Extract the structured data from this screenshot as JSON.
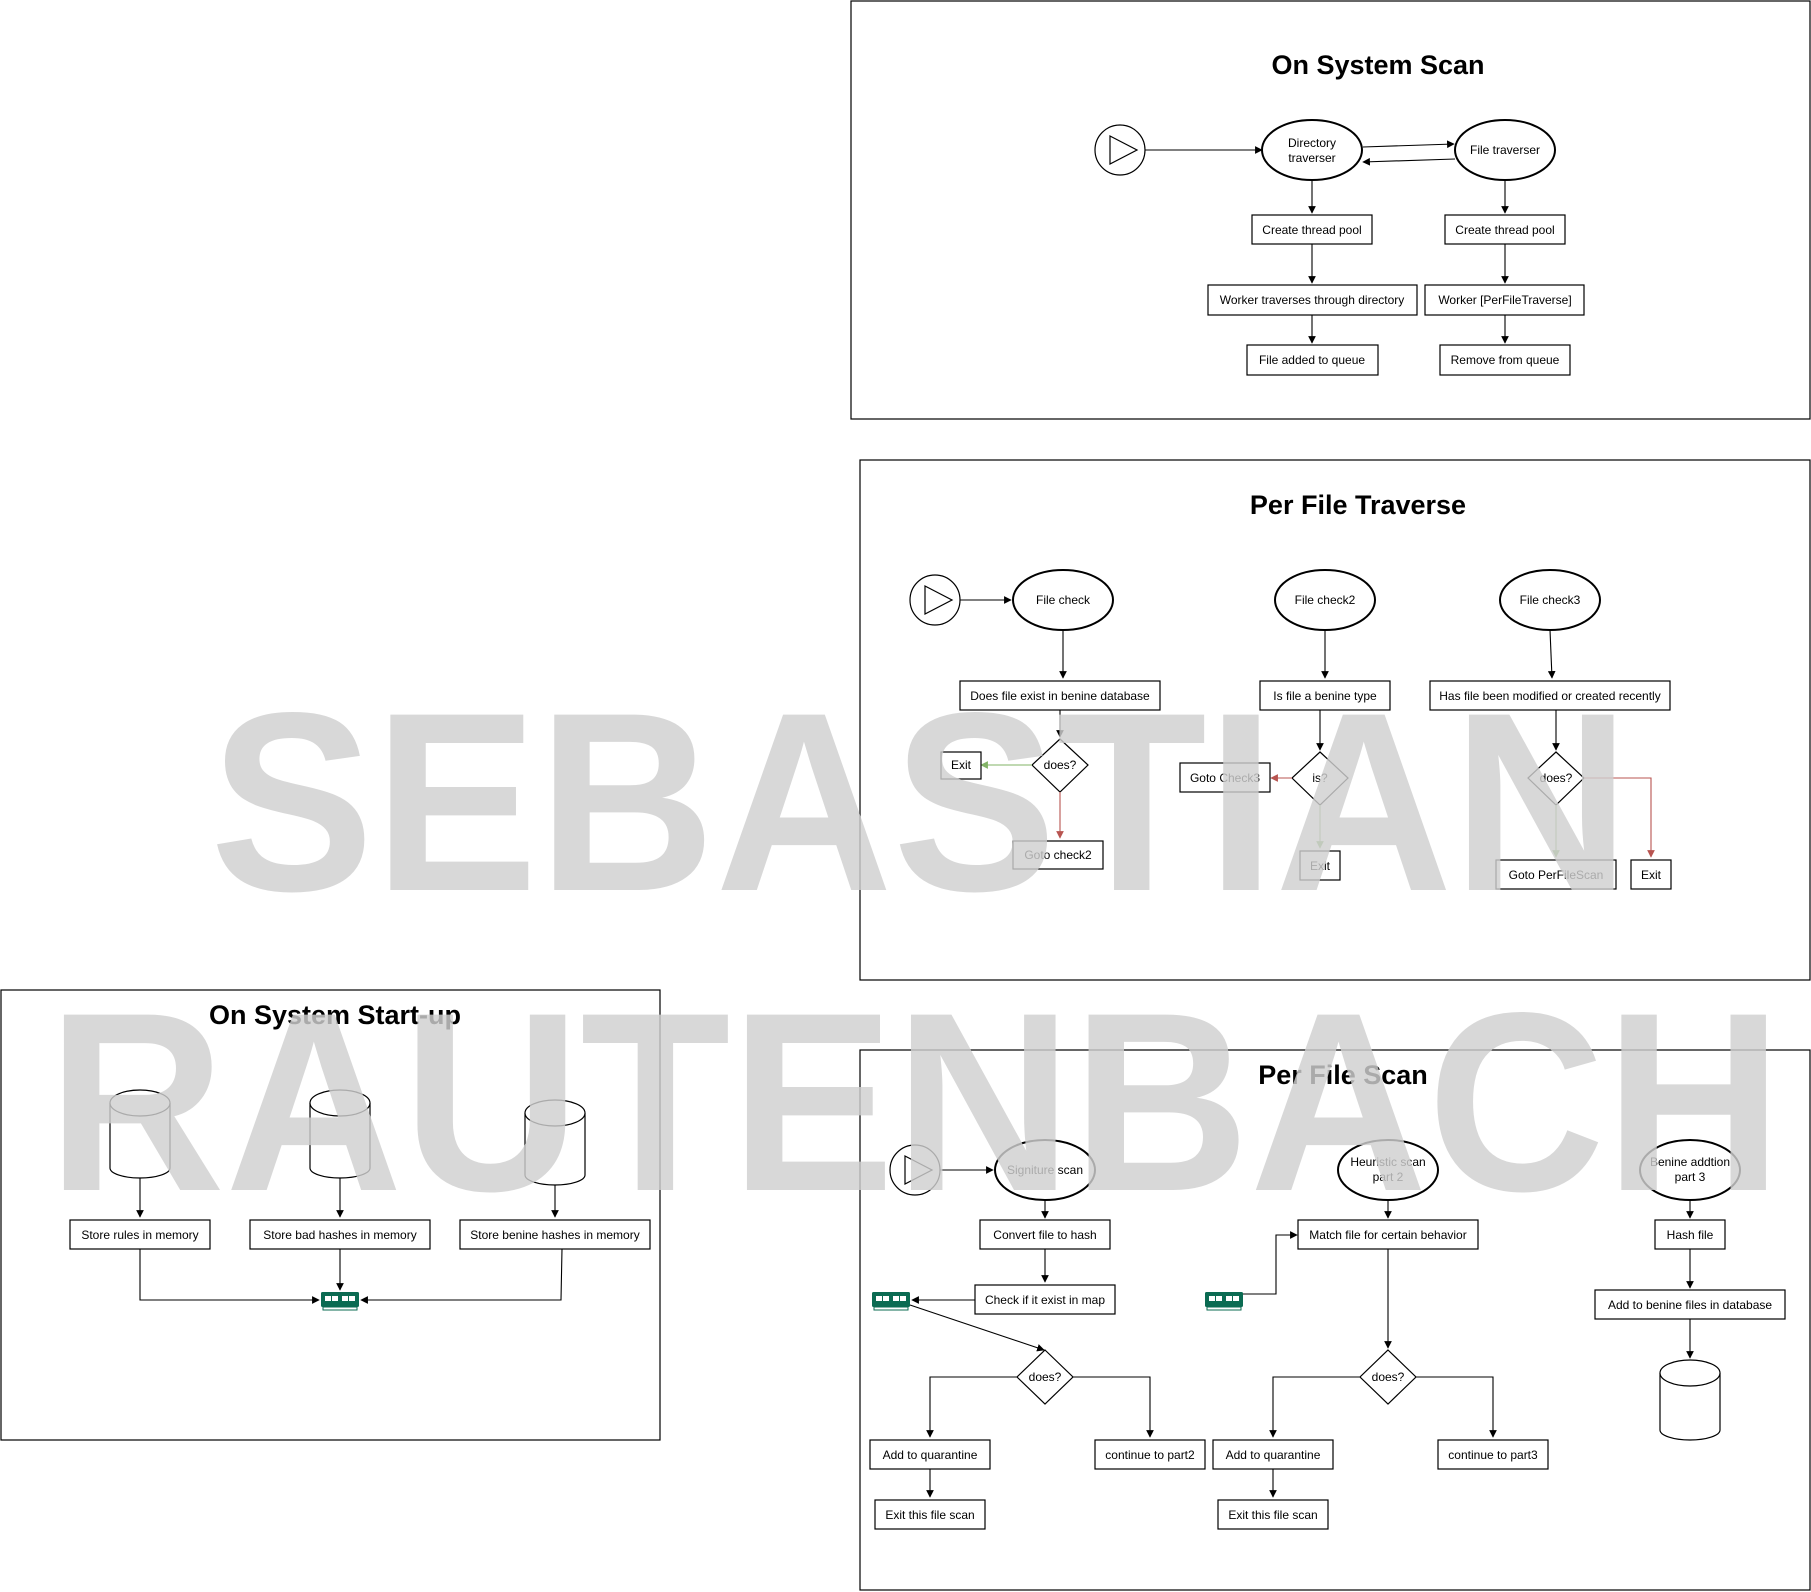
{
  "colors": {
    "yes_edge": "#82b366",
    "no_edge": "#b85450",
    "ram_icon": "#0b6b52",
    "watermark": "#d0d0d0"
  },
  "watermark": {
    "line1": "SEBASTIAN",
    "line2": "RAUTENBACH"
  },
  "system_scan": {
    "title": "On System Scan",
    "directory_traverser": "Directory traverser",
    "file_traverser": "File traverser",
    "create_pool_left": "Create thread pool",
    "create_pool_right": "Create thread pool",
    "worker_dir": "Worker traverses through directory",
    "worker_file": "Worker [PerFileTraverse]",
    "file_added": "File added to queue",
    "remove_queue": "Remove from queue"
  },
  "file_traverse": {
    "title": "Per File Traverse",
    "file_check": "File check",
    "file_check2": "File check2",
    "file_check3": "File check3",
    "exists_db": "Does file exist in benine database",
    "benine_type": "Is file a benine type",
    "modified_recent": "Has file been modified or created recently",
    "does1": "does?",
    "is2": "is?",
    "does3": "does?",
    "exit1": "Exit",
    "goto_check2": "Goto check2",
    "goto_check3": "Goto Check3",
    "exit2": "Exit",
    "goto_perfilescan": "Goto PerFileScan",
    "exit3": "Exit"
  },
  "startup": {
    "title": "On System Start-up",
    "store_rules": "Store rules in memory",
    "store_bad": "Store bad hashes in memory",
    "store_benine": "Store benine hashes in memory"
  },
  "file_scan": {
    "title": "Per File Scan",
    "signature_scan": "Signiture scan",
    "convert_hash": "Convert file to hash",
    "check_map": "Check if it exist in map",
    "does1": "does?",
    "quarantine1": "Add to quarantine",
    "continue2": "continue to part2",
    "exit_scan1": "Exit this file scan",
    "heuristic_line1": "Heuristic scan",
    "heuristic_line2": "part 2",
    "match_behavior": "Match file for certain behavior",
    "does2": "does?",
    "quarantine2": "Add to quarantine",
    "continue3": "continue to part3",
    "exit_scan2": "Exit this file scan",
    "benine_line1": "Benine addtion",
    "benine_line2": "part 3",
    "hash_file": "Hash file",
    "add_benine_db": "Add to benine files in database"
  }
}
